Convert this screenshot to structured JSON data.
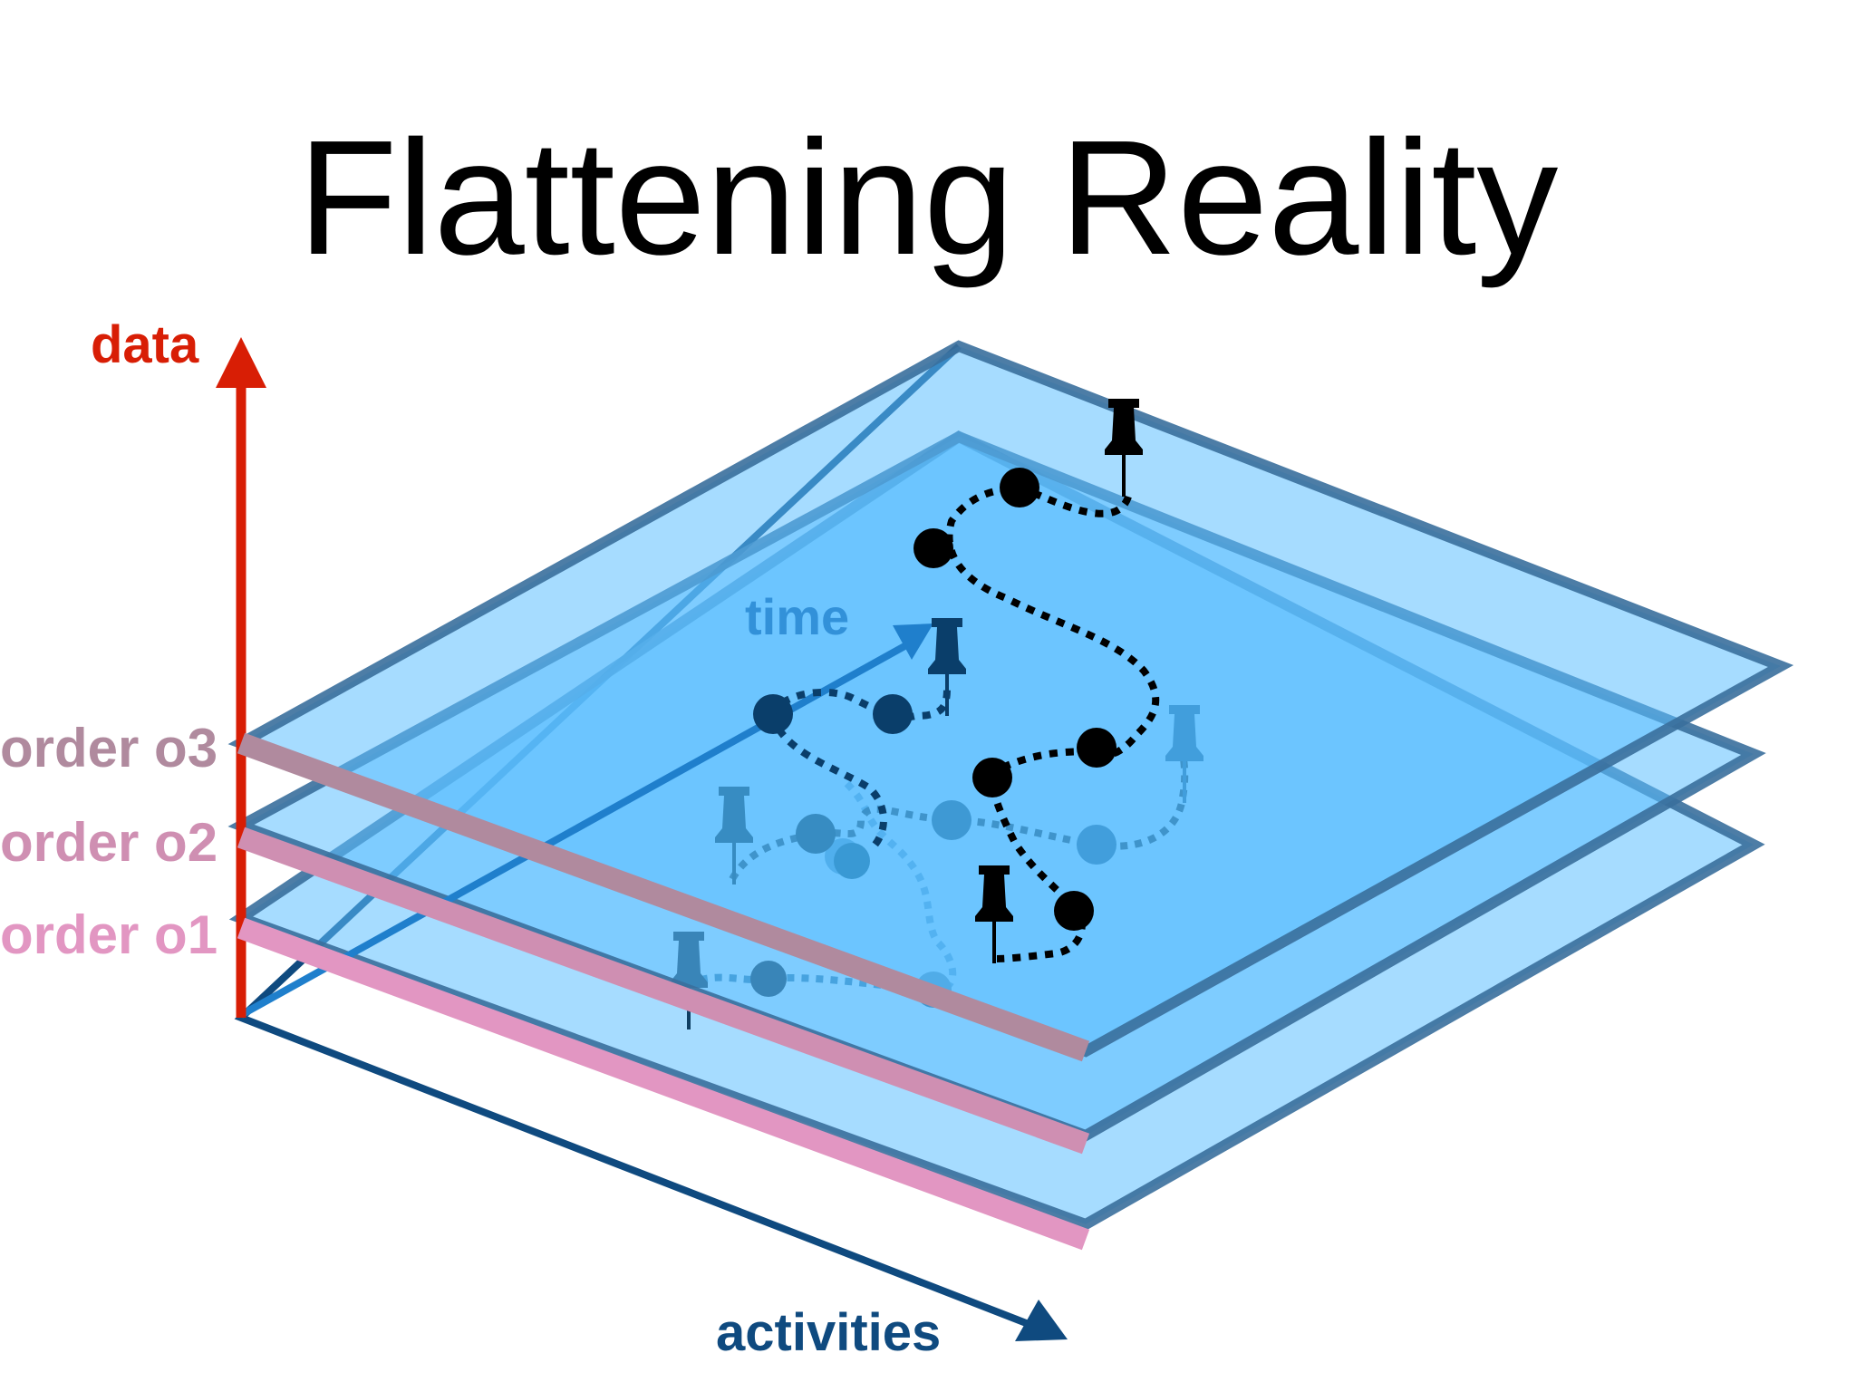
{
  "title": "Flattening Reality",
  "axes": {
    "y_label": "data",
    "x_label": "activities",
    "time_label": "time"
  },
  "layers": [
    {
      "label": "order o3"
    },
    {
      "label": "order o2"
    },
    {
      "label": "order o1"
    }
  ],
  "colors": {
    "data_axis": "#d81e05",
    "activities_axis": "#0f4a7f",
    "time_axis": "#1f7fcc",
    "plane_fill": "#5cc0ff",
    "plane_stroke": "#3a6f9c",
    "order_o3": "#b08a9e",
    "order_o2": "#cf8fb2",
    "order_o1": "#e296c2",
    "path_top": "#000000",
    "path_mid": "#0a4e78",
    "path_bottom": "#1069a8"
  },
  "icons": [
    "pushpin-icon",
    "event-dot-icon"
  ]
}
